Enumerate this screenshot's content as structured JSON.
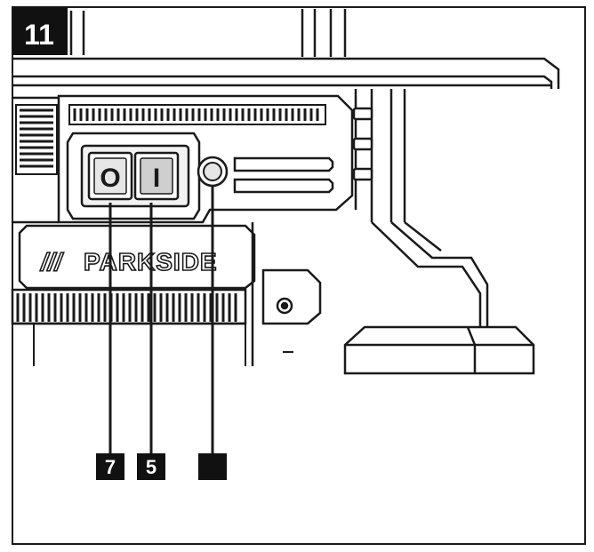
{
  "figure": {
    "number": "11",
    "brand": "PARKSIDE",
    "brand_mark": "///",
    "switch_off_symbol": "O",
    "switch_on_symbol": "I",
    "callouts": [
      "7",
      "5",
      ""
    ]
  },
  "colors": {
    "line": "#1a1a1a",
    "fill_light": "#e6e6e6",
    "fill_mid": "#cfcfcf",
    "badge": "#111111"
  }
}
